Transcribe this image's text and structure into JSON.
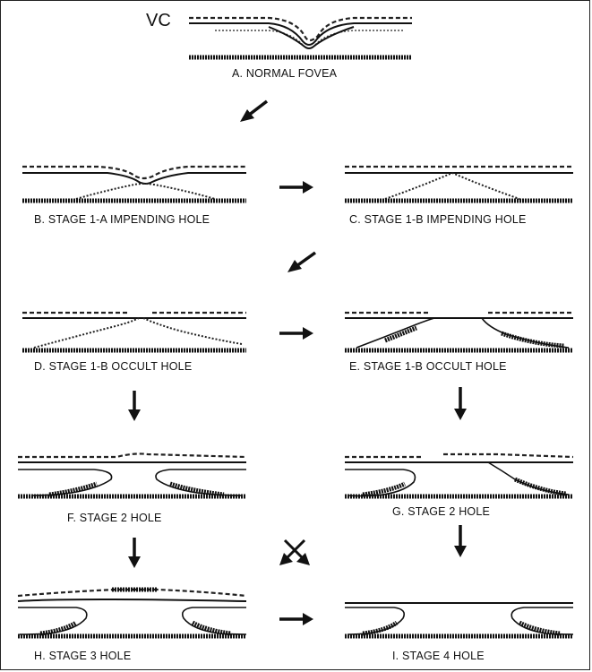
{
  "vc_label": "VC",
  "panels": {
    "a": {
      "label": "A.   NORMAL FOVEA"
    },
    "b": {
      "label": "B.   STAGE 1-A IMPENDING HOLE"
    },
    "c": {
      "label": "C.   STAGE 1-B IMPENDING HOLE"
    },
    "d": {
      "label": "D.   STAGE 1-B OCCULT HOLE"
    },
    "e": {
      "label": "E.   STAGE 1-B OCCULT HOLE"
    },
    "f": {
      "label": "F.   STAGE 2 HOLE"
    },
    "g": {
      "label": "G.   STAGE 2 HOLE"
    },
    "h": {
      "label": "H.   STAGE 3 HOLE"
    },
    "i": {
      "label": "I.   STAGE 4 HOLE"
    }
  }
}
